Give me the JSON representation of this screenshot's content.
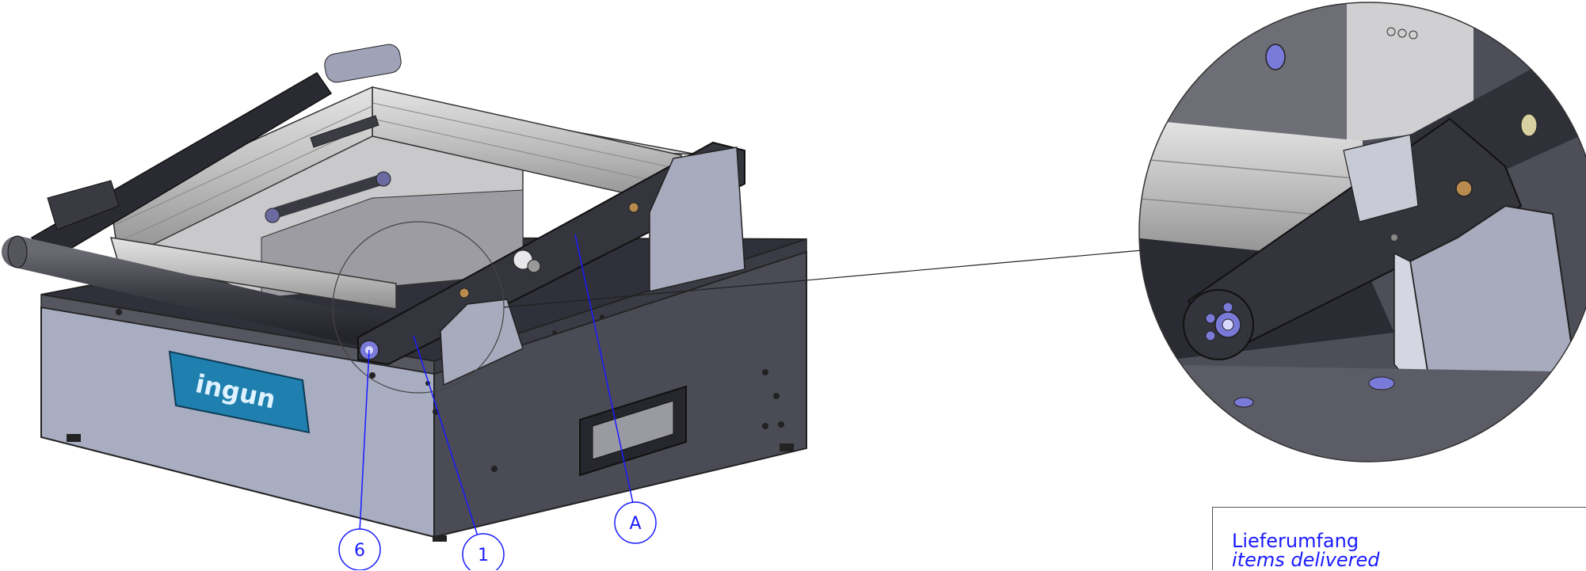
{
  "callouts": {
    "item_6": "6",
    "item_1": "1",
    "detail_a": "A"
  },
  "brand": {
    "logo_text": "ingun"
  },
  "legend": {
    "title_de": "Lieferumfang",
    "title_en": "items delivered"
  },
  "colors": {
    "callout": "#1a1aff",
    "housing": "#a9adc2",
    "frame_dark": "#3e3f4a",
    "logo_blue": "#1f7fae"
  }
}
